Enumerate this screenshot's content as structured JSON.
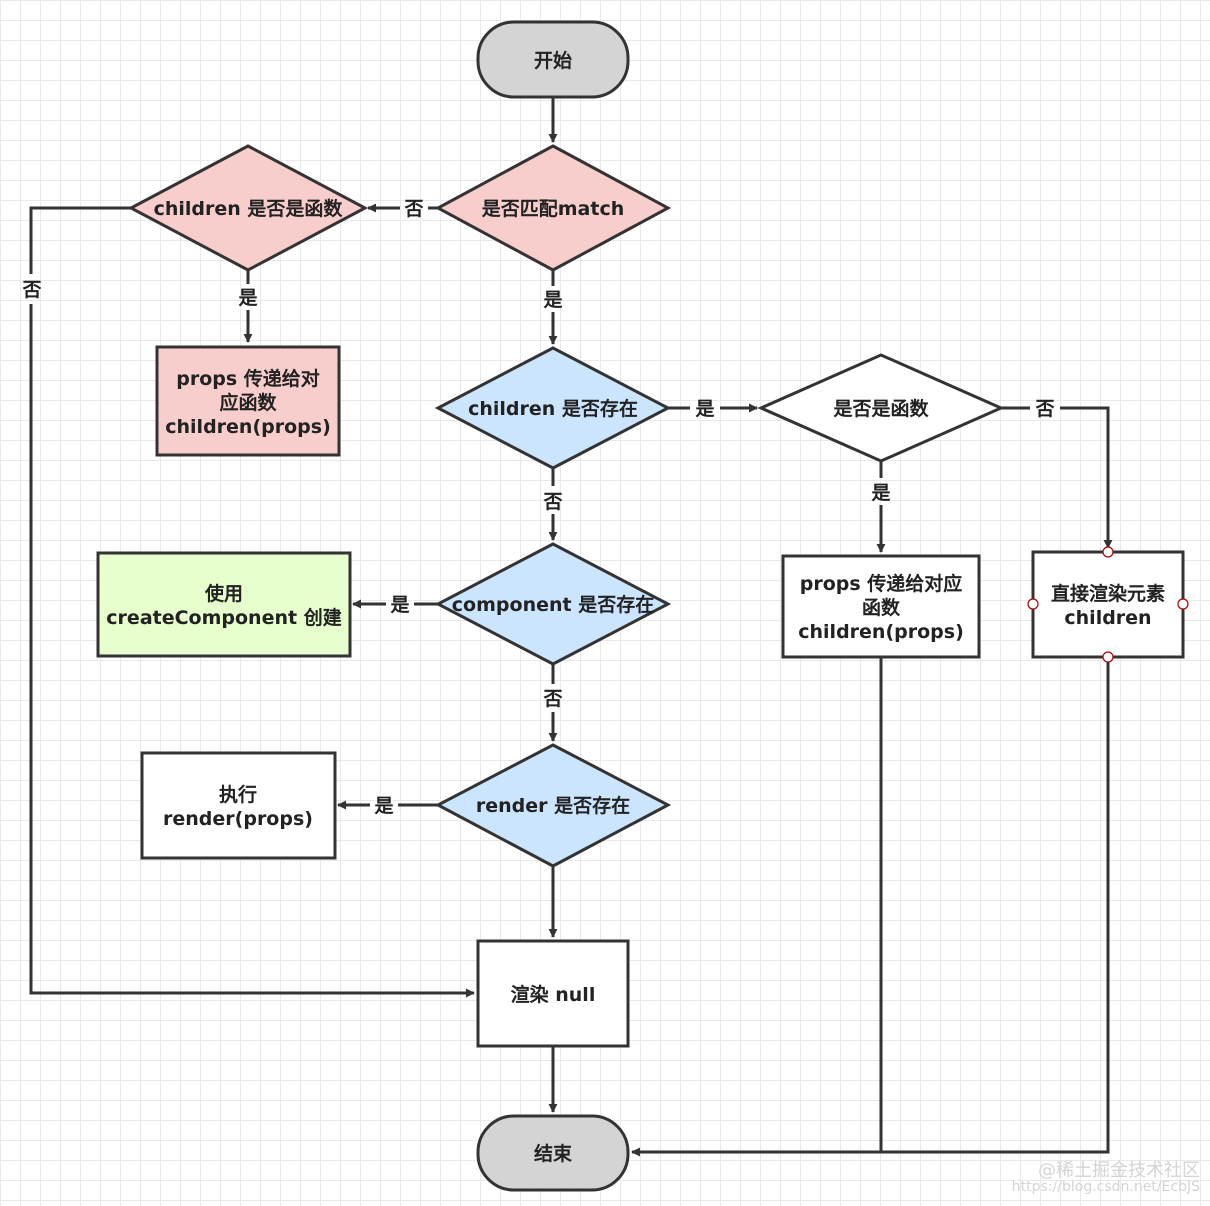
{
  "nodes": {
    "start": "开始",
    "match": "是否匹配match",
    "children_fn_left": "children 是否是函数",
    "props_left": [
      "props 传递给对",
      "应函数",
      "children(props)"
    ],
    "children_exists": "children 是否存在",
    "is_function": "是否是函数",
    "props_right": [
      "props 传递给对应",
      "函数",
      "children(props)"
    ],
    "render_children": [
      "直接渲染元素",
      "children"
    ],
    "component_exists": "component 是否存在",
    "create_component": [
      "使用",
      "createComponent 创建"
    ],
    "render_exists": "render 是否存在",
    "exec_render": [
      "执行",
      "render(props)"
    ],
    "render_null": "渲染 null",
    "end": "结束"
  },
  "edges": {
    "yes": "是",
    "no": "否"
  },
  "colors": {
    "terminal_fill": "#d4d4d4",
    "pink_fill": "#f8cecc",
    "blue_fill": "#cce5ff",
    "green_fill": "#e6ffcc",
    "white_fill": "#ffffff",
    "stroke": "#333333"
  },
  "watermark": {
    "site": "@稀土掘金技术社区",
    "url": "https://blog.csdn.net/EcbJS"
  }
}
